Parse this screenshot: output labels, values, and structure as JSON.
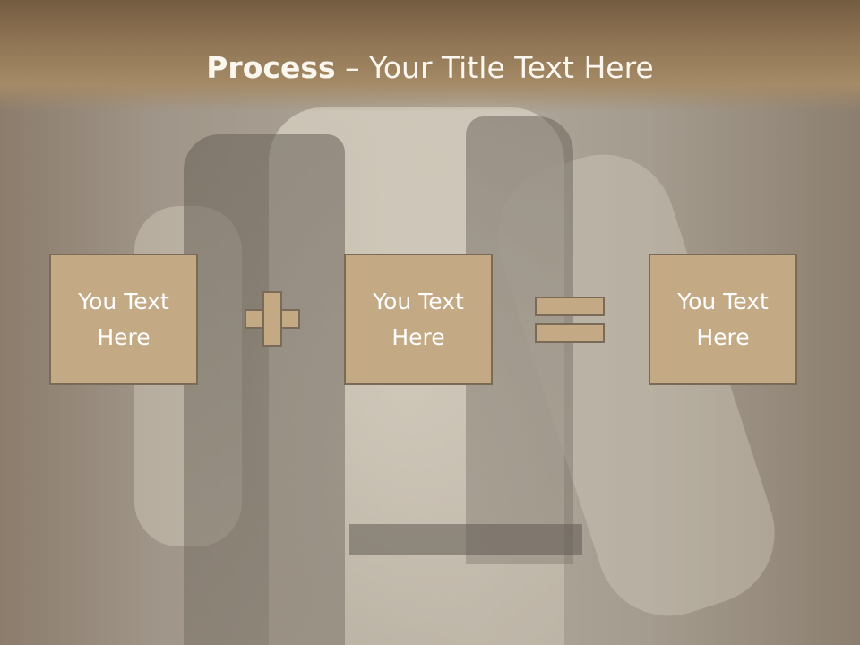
{
  "slide": {
    "title_bold": "Process",
    "title_rest": " – Your Title Text Here"
  },
  "boxes": [
    {
      "label": "You Text Here"
    },
    {
      "label": "You Text Here"
    },
    {
      "label": "You Text Here"
    }
  ],
  "operators": [
    "plus",
    "equals"
  ],
  "colors": {
    "title_bar": "#8e7353",
    "box_fill": "#c4a985",
    "box_border": "#7a6a58",
    "text": "#ffffff"
  },
  "background_image": "man-in-vest-photo"
}
